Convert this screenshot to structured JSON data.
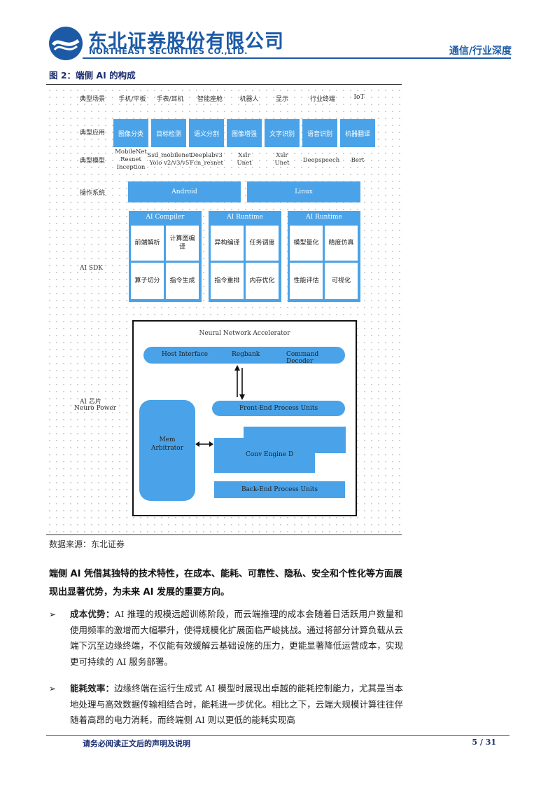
{
  "header": {
    "company_cn": "东北证券股份有限公司",
    "company_en": "NORTHEAST SECURITIES CO.,LTD.",
    "category": "通信/行业深度"
  },
  "figure": {
    "title": "图 2：端侧 AI 的构成",
    "rows": {
      "scenes_label": "典型场景",
      "apps_label": "典型应用",
      "models_label": "典型模型",
      "os_label": "操作系统",
      "sdk_label": "AI SDK",
      "chip_label_1": "AI 芯片",
      "chip_label_2": "Neuro Power"
    },
    "scenes": [
      "手机/平板",
      "手表/耳机",
      "智能座舱",
      "机器人",
      "显示",
      "行业终端",
      "IoT"
    ],
    "apps": [
      "图像分类",
      "目标检测",
      "语义分割",
      "图像增强",
      "文字识别",
      "语音识别",
      "机器翻译"
    ],
    "models": [
      [
        "MobileNet",
        "Resnet",
        "Inception"
      ],
      [
        "Ssd_mobilenet",
        "Yolo v2/v3/v5"
      ],
      [
        "Deeplabv3",
        "Fcn_resnet"
      ],
      [
        "Xslr",
        "Unet"
      ],
      [
        "Xslr",
        "Unet"
      ],
      [
        "Deepspeech"
      ],
      [
        "Bert"
      ]
    ],
    "os": [
      "Android",
      "Linux"
    ],
    "sdk": [
      {
        "title": "AI Compiler",
        "cells": [
          "前端解析",
          "计算图编译",
          "算子切分",
          "指令生成"
        ]
      },
      {
        "title": "AI Runtime",
        "cells": [
          "异构编译",
          "任务调度",
          "指令重排",
          "内存优化"
        ]
      },
      {
        "title": "AI Runtime",
        "cells": [
          "模型量化",
          "精度仿真",
          "性能评估",
          "可视化"
        ]
      }
    ],
    "npu": {
      "title": "Neural Network Accelerator",
      "top_units": [
        "Host Interface",
        "Regbank",
        "Command Decoder"
      ],
      "front_end": "Front-End Process Units",
      "mem_1": "Mem",
      "mem_2": "Arbitrator",
      "conv": "Conv Engine D",
      "back_end": "Back-End Process Units"
    },
    "source": "数据来源：东北证券"
  },
  "body": {
    "lead": "端侧 AI 凭借其独特的技术特性，在成本、能耗、可靠性、隐私、安全和个性化等方面展现出显著优势，为未来 AI 发展的重要方向。",
    "bullets": [
      {
        "head": "成本优势：",
        "text": "AI 推理的规模远超训练阶段，而云端推理的成本会随着日活跃用户数量和使用频率的激增而大幅攀升，使得规模化扩展面临严峻挑战。通过将部分计算负载从云端下沉至边缘终端，不仅能有效缓解云基础设施的压力，更能显著降低运营成本，实现更可持续的 AI 服务部署。"
      },
      {
        "head": "能耗效率：",
        "text": "边缘终端在运行生成式 AI 模型时展现出卓越的能耗控制能力，尤其是当本地处理与高效数据传输相结合时，能耗进一步优化。相比之下，云端大规模计算往往伴随着高昂的电力消耗，而终端侧 AI 则以更低的能耗实现高"
      }
    ]
  },
  "footer": {
    "note": "请务必阅读正文后的声明及说明",
    "page": "5 / 31"
  },
  "colors": {
    "brand_blue": "#1c5aa6",
    "diagram_blue": "#4aa3e8"
  }
}
